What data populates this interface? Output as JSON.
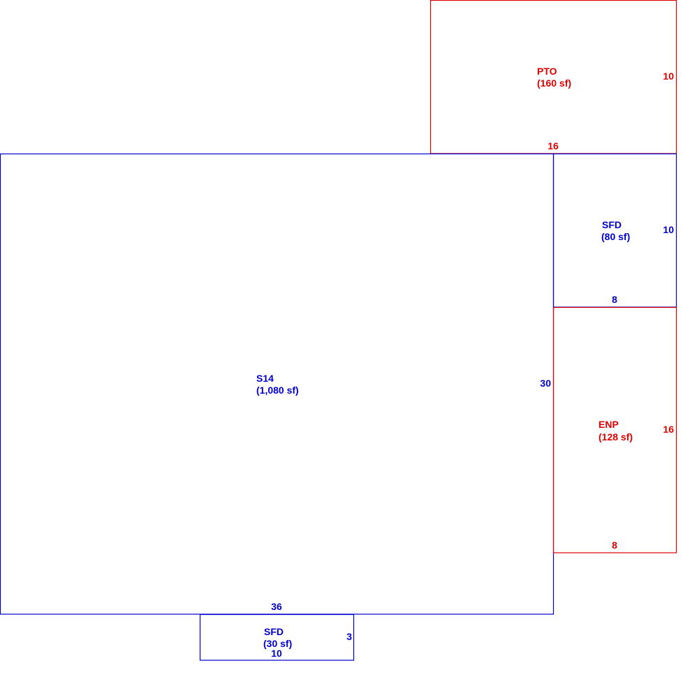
{
  "colors": {
    "living": "#0000cc",
    "porch": "#dd0000"
  },
  "areas": {
    "pto": {
      "code": "PTO",
      "area": "(160 sf)",
      "width": "16",
      "depth": "10",
      "kind": "porch"
    },
    "sfd_upper": {
      "code": "SFD",
      "area": "(80 sf)",
      "width": "8",
      "depth": "10",
      "kind": "living"
    },
    "enp": {
      "code": "ENP",
      "area": "(128 sf)",
      "width": "8",
      "depth": "16",
      "kind": "porch"
    },
    "s14": {
      "code": "S14",
      "area": "(1,080 sf)",
      "width": "36",
      "depth": "30",
      "kind": "living"
    },
    "sfd_lower": {
      "code": "SFD",
      "area": "(30 sf)",
      "width": "10",
      "depth": "3",
      "kind": "living"
    }
  }
}
